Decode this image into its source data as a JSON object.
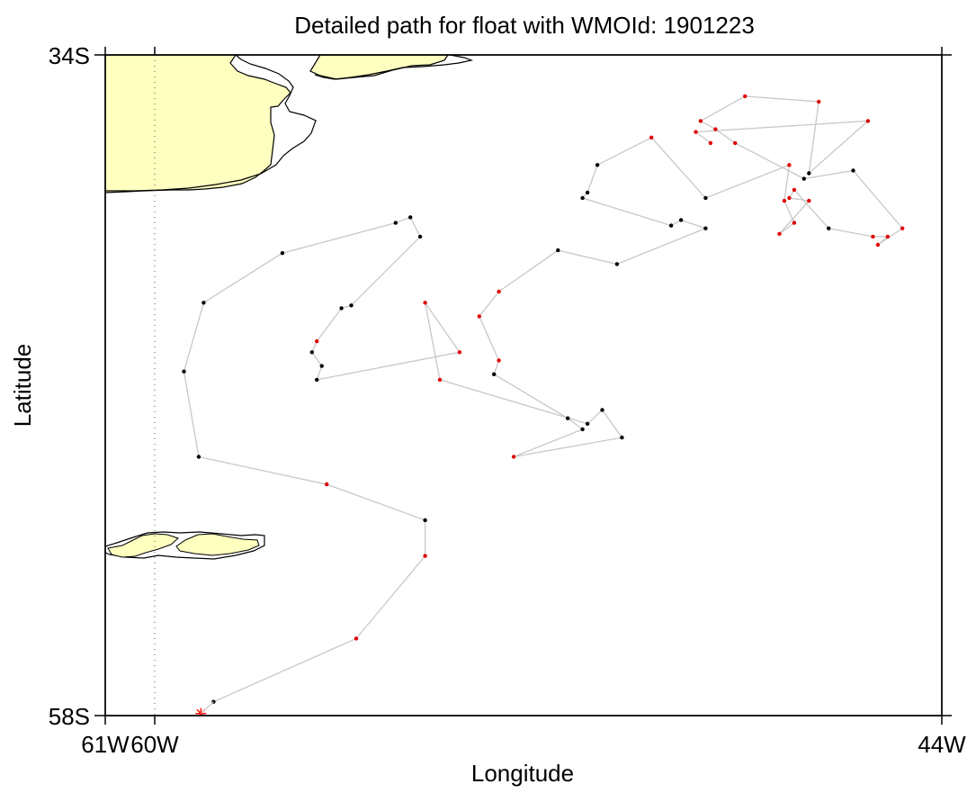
{
  "title": "Detailed path for float with WMOId: 1901223",
  "x_axis_label": "Longitude",
  "y_axis_label": "Latitude",
  "x_ticks": [
    "61W",
    "60W",
    "44W"
  ],
  "y_ticks": [
    "34S",
    "58S"
  ],
  "colors": {
    "land": "#ffffc0",
    "track": "#c8c8c8",
    "point_black": "#000000",
    "point_red": "#e00000",
    "deploy_marker": "#ff0000"
  },
  "chart_data": {
    "type": "map",
    "projection": "lon-lat",
    "xlim": [
      -61,
      -44
    ],
    "ylim": [
      -58,
      -34
    ],
    "deployment_marker": "asterisk",
    "track": [
      [
        -58.8,
        -57.5,
        "black"
      ],
      [
        -55.9,
        -55.2,
        "red"
      ],
      [
        -54.5,
        -52.2,
        "red"
      ],
      [
        -54.5,
        -50.9,
        "black"
      ],
      [
        -56.5,
        -49.6,
        "red"
      ],
      [
        -59.1,
        -48.6,
        "black"
      ],
      [
        -59.4,
        -45.5,
        "black"
      ],
      [
        -59.0,
        -43.0,
        "black"
      ],
      [
        -57.4,
        -41.2,
        "black"
      ],
      [
        -55.1,
        -40.1,
        "black"
      ],
      [
        -54.8,
        -39.9,
        "black"
      ],
      [
        -54.6,
        -40.6,
        "black"
      ],
      [
        -56.0,
        -43.1,
        "black"
      ],
      [
        -56.2,
        -43.2,
        "black"
      ],
      [
        -56.7,
        -44.4,
        "red"
      ],
      [
        -56.8,
        -44.8,
        "black"
      ],
      [
        -56.6,
        -45.3,
        "black"
      ],
      [
        -56.7,
        -45.8,
        "black"
      ],
      [
        -53.8,
        -44.8,
        "red"
      ],
      [
        -54.5,
        -43.0,
        "red"
      ],
      [
        -54.2,
        -45.8,
        "red"
      ],
      [
        -51.2,
        -47.4,
        "black"
      ],
      [
        -50.9,
        -46.9,
        "black"
      ],
      [
        -50.5,
        -47.9,
        "black"
      ],
      [
        -52.7,
        -48.6,
        "red"
      ],
      [
        -51.3,
        -47.6,
        "black"
      ],
      [
        -51.6,
        -47.2,
        "black"
      ],
      [
        -53.1,
        -45.6,
        "black"
      ],
      [
        -53.0,
        -45.1,
        "red"
      ],
      [
        -53.4,
        -43.5,
        "red"
      ],
      [
        -53.0,
        -42.6,
        "red"
      ],
      [
        -51.8,
        -41.1,
        "black"
      ],
      [
        -50.6,
        -41.6,
        "black"
      ],
      [
        -48.8,
        -40.3,
        "black"
      ],
      [
        -49.3,
        -40.0,
        "black"
      ],
      [
        -49.5,
        -40.2,
        "black"
      ],
      [
        -51.3,
        -39.2,
        "black"
      ],
      [
        -51.2,
        -39.0,
        "black"
      ],
      [
        -51.0,
        -38.0,
        "black"
      ],
      [
        -49.9,
        -37.0,
        "red"
      ],
      [
        -48.8,
        -39.2,
        "black"
      ],
      [
        -47.1,
        -38.0,
        "red"
      ],
      [
        -47.2,
        -39.3,
        "red"
      ],
      [
        -47.0,
        -40.1,
        "red"
      ],
      [
        -47.3,
        -40.5,
        "red"
      ],
      [
        -46.7,
        -39.3,
        "red"
      ],
      [
        -47.1,
        -39.2,
        "red"
      ],
      [
        -47.0,
        -38.9,
        "red"
      ],
      [
        -46.3,
        -40.3,
        "black"
      ],
      [
        -45.4,
        -40.6,
        "red"
      ],
      [
        -45.1,
        -40.6,
        "red"
      ],
      [
        -45.3,
        -40.9,
        "red"
      ],
      [
        -44.8,
        -40.3,
        "red"
      ],
      [
        -45.8,
        -38.2,
        "black"
      ],
      [
        -46.8,
        -38.5,
        "black"
      ],
      [
        -48.2,
        -37.2,
        "red"
      ],
      [
        -48.6,
        -36.7,
        "red"
      ],
      [
        -48.9,
        -36.4,
        "red"
      ],
      [
        -48.0,
        -35.5,
        "red"
      ],
      [
        -46.5,
        -35.7,
        "red"
      ],
      [
        -46.7,
        -38.3,
        "black"
      ],
      [
        -45.5,
        -36.4,
        "red"
      ],
      [
        -49.0,
        -36.8,
        "red"
      ],
      [
        -48.7,
        -37.2,
        "red"
      ]
    ]
  }
}
